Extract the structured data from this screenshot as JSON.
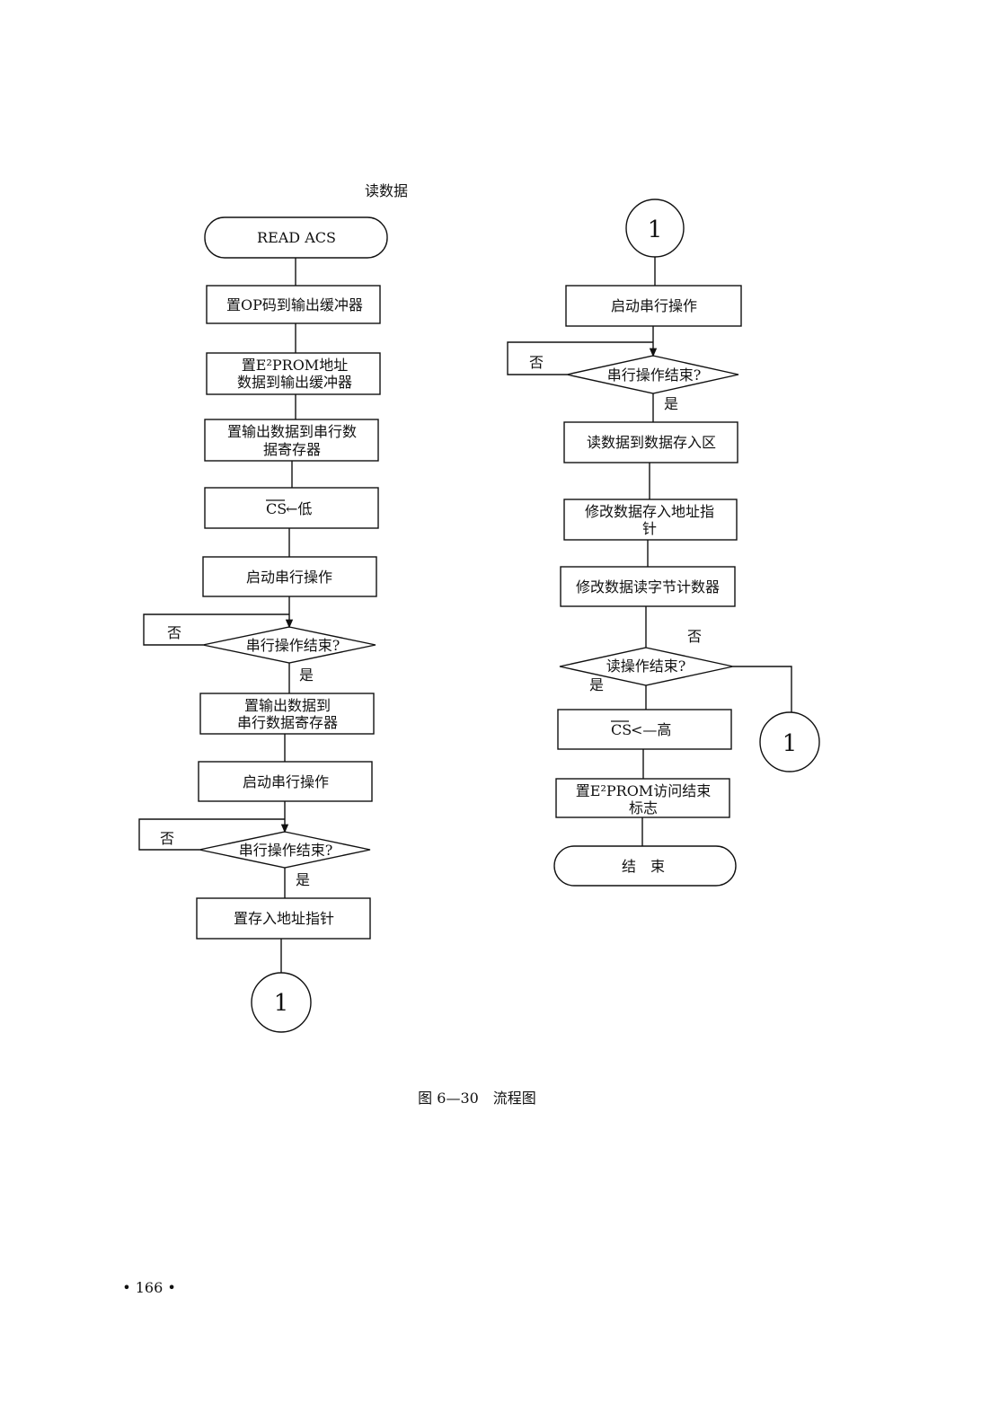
{
  "title": "读数据",
  "caption": "图 6—30　流程图",
  "page_number": "• 166 •",
  "left_flow": {
    "start": "READ  ACS",
    "step1": "置OP码到输出缓冲器",
    "step2_line1": "置E²PROM地址",
    "step2_line2": "数据到输出缓冲器",
    "step3_line1": "置输出数据到串行数",
    "step3_line2": "据寄存器",
    "step4_cs": "CS",
    "step4_rest": "←低",
    "step5": "启动串行操作",
    "decision1": "串行操作结束?",
    "decision1_no": "否",
    "decision1_yes": "是",
    "step6_line1": "置输出数据到",
    "step6_line2": "串行数据寄存器",
    "step7": "启动串行操作",
    "decision2": "串行操作结束?",
    "decision2_no": "否",
    "decision2_yes": "是",
    "step8": "置存入地址指针",
    "connector_out": "1"
  },
  "right_flow": {
    "connector_in": "1",
    "step1": "启动串行操作",
    "decision1": "串行操作结束?",
    "decision1_no": "否",
    "decision1_yes": "是",
    "step2": "读数据到数据存入区",
    "step3_line1": "修改数据存入地址指",
    "step3_line2": "针",
    "step4": "修改数据读字节计数器",
    "decision2": "读操作结束?",
    "decision2_no": "否",
    "decision2_yes": "是",
    "connector_loop": "1",
    "step5_cs": "CS",
    "step5_rest": "<—高",
    "step6_line1": "置E²PROM访问结束",
    "step6_line2": "标志",
    "end": "结　束"
  }
}
